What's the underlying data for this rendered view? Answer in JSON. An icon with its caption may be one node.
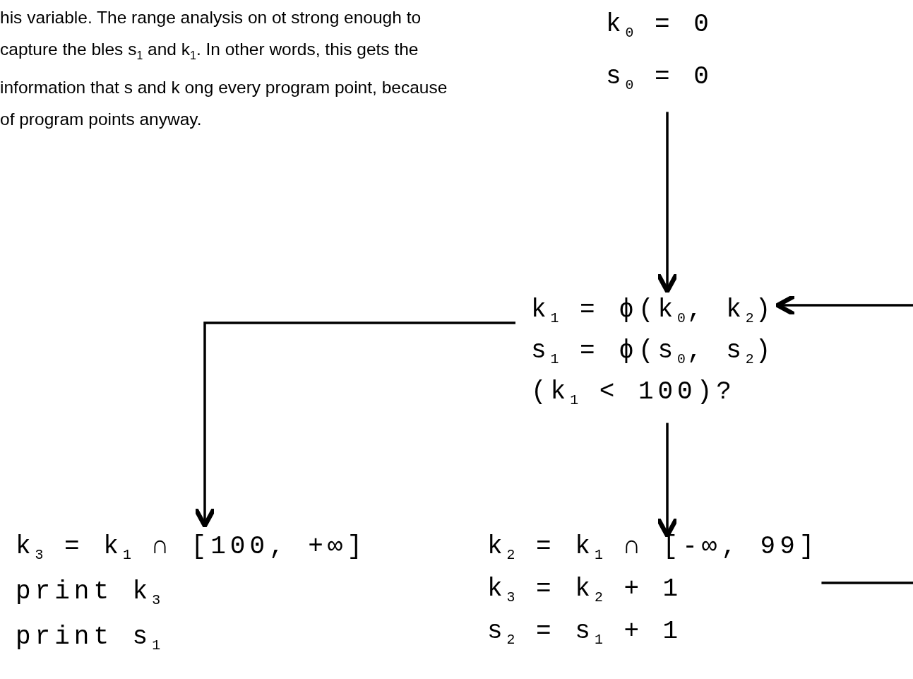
{
  "diagram": {
    "nodes": [
      {
        "text": [
          "k$_{0}$ = 0",
          "s$_{0}$ = 0"
        ]
      },
      {
        "text": [
          "k$_{1}$ = ϕ(k$_{0}$, k$_{2}$)",
          "s$_{1}$ = ϕ(s$_{0}$, s$_{2}$)",
          "(k$_{1}$ < 100)?"
        ]
      },
      {
        "text": [
          "k$_{3}$ = k$_{1}$ ∩ [100, +∞]",
          "print k$_{3}$",
          "print s$_{1}$"
        ]
      },
      {
        "text": [
          "k$_{2}$ = k$_{1}$ ∩ [-∞, 99]",
          "k$_{3}$ = k$_{2}$ + 1",
          "s$_{2}$ = s$_{1}$ + 1"
        ]
      }
    ],
    "edges": [
      {
        "from": 0,
        "to": 1,
        "arrow": "to"
      },
      {
        "from": 1,
        "to": 2,
        "arrow": "to"
      },
      {
        "from": 1,
        "to": 3,
        "arrow": "to"
      },
      {
        "from": null,
        "to": 1,
        "arrow": "to"
      },
      {
        "from": 3,
        "to": null,
        "arrow": "none"
      }
    ],
    "labels": [
      "his variable. The range analysis on ot strong enough to capture the bles s$_{1}$ and k$_{1}$. In other words, this gets the information that s and k ong every program point, because of program points anyway."
    ]
  }
}
